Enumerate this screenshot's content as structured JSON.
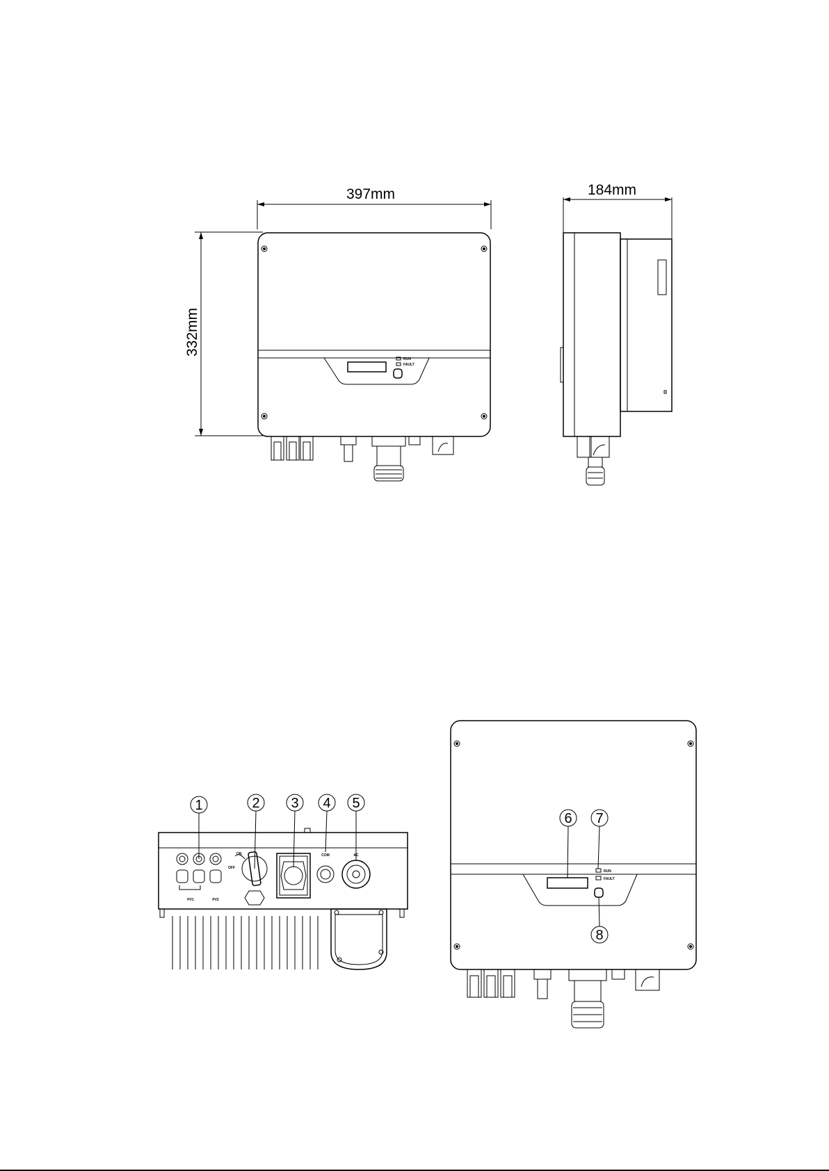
{
  "dimensions": {
    "width": "397mm",
    "depth": "184mm",
    "height": "332mm"
  },
  "front_view_top": {
    "led_labels": [
      "RUN",
      "FAULT"
    ]
  },
  "bottom_view": {
    "switch_on": "ON",
    "switch_off": "OFF",
    "port_com": "COM",
    "port_ac": "AC",
    "pv_labels": [
      "PV1",
      "PV2"
    ],
    "callouts": [
      "1",
      "2",
      "3",
      "4",
      "5"
    ]
  },
  "front_view_bottom": {
    "led_labels": [
      "RUN",
      "FAULT"
    ],
    "callouts": [
      "6",
      "7",
      "8"
    ]
  }
}
